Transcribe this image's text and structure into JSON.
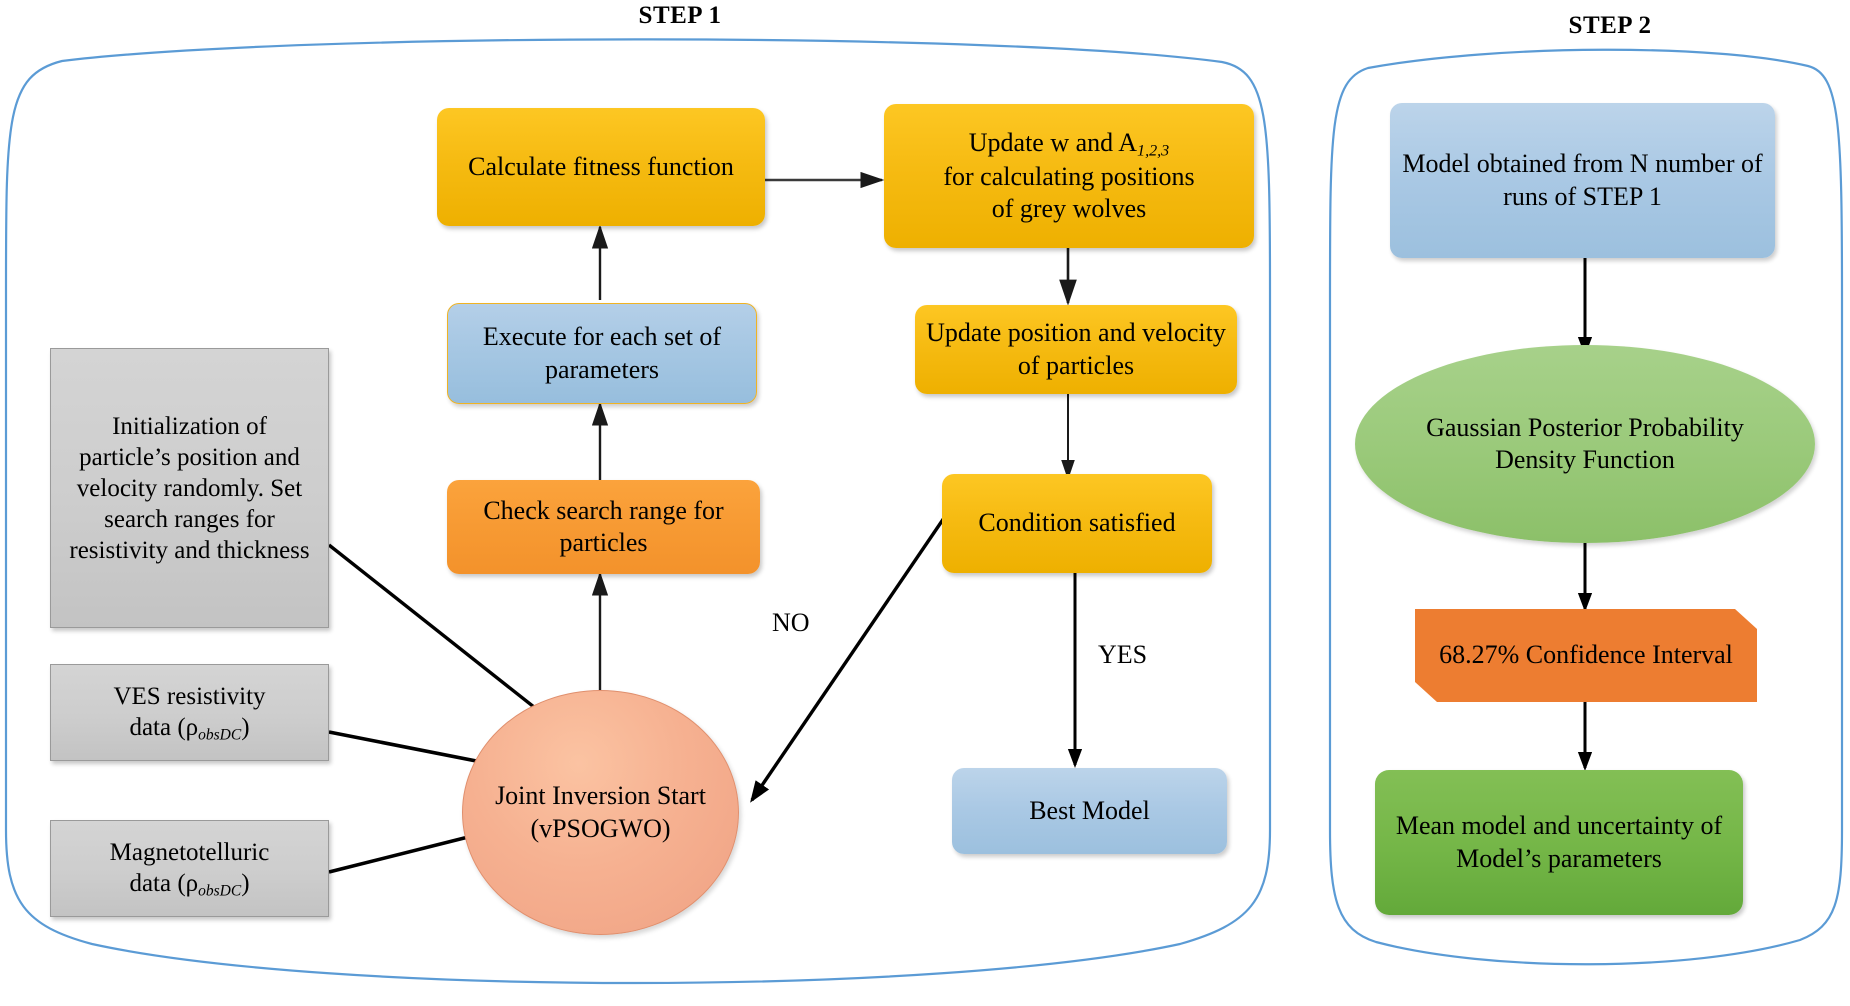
{
  "panels": [
    {
      "title": "STEP 1"
    },
    {
      "title": "STEP 2"
    }
  ],
  "step1": {
    "nodes": {
      "calculate_fitness": "Calculate fitness function",
      "update_w_a_line1": "Update w and A",
      "update_w_a_sub": "1,2,3",
      "update_w_a_line2": "for calculating positions",
      "update_w_a_line3": "of grey wolves",
      "execute_each_set": "Execute for each set of parameters",
      "update_position_velocity": "Update position and velocity of particles",
      "check_search_range": "Check search range for particles",
      "condition_satisfied": "Condition satisfied",
      "best_model": "Best Model",
      "joint_inversion": "Joint Inversion Start (vPSOGWO)",
      "initialization": "Initialization of particle’s position and velocity randomly. Set search ranges for resistivity and thickness",
      "ves_line1": "VES resistivity",
      "ves_line2_pre": "data (ρ",
      "ves_sub": "obsDC",
      "ves_line2_post": ")",
      "mt_line1": "Magnetotelluric",
      "mt_line2_pre": "data (ρ",
      "mt_sub": "obsDC",
      "mt_line2_post": ")"
    },
    "edge_labels": {
      "no": "NO",
      "yes": "YES"
    }
  },
  "step2": {
    "nodes": {
      "model_obtained": "Model obtained from N number of runs of STEP 1",
      "gaussian_pdf": "Gaussian Posterior Probability Density Function",
      "confidence_interval": "68.27% Confidence Interval",
      "mean_model": "Mean model and uncertainty of Model’s parameters"
    }
  },
  "colors": {
    "panel_outline": "#5b9bd5",
    "yellow": "#f6bb12",
    "orange": "#f79a33",
    "blue": "#a6c7e3",
    "grey": "#cdcdcd",
    "green": "#74b647",
    "circle_peach": "#f6b191",
    "ellipse_green": "#9bca7b",
    "arrow": "#000000"
  }
}
